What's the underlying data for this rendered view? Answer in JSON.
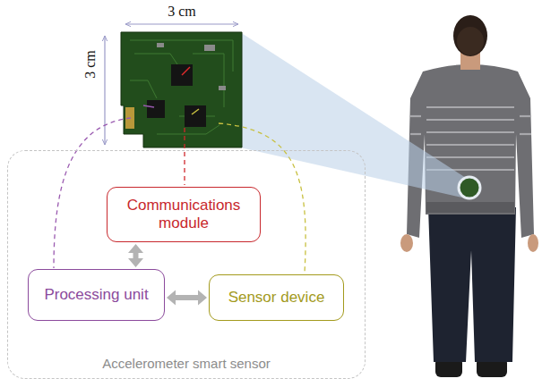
{
  "diagram": {
    "nodes": [
      {
        "text": [
          "Accelerometer smart sensor"
        ]
      },
      {
        "text": [
          "Communications module"
        ],
        "in": 0
      },
      {
        "text": [
          "Processing unit"
        ],
        "in": 0
      },
      {
        "text": [
          "Sensor device"
        ],
        "in": 0
      }
    ],
    "edges": [
      {
        "from": 1,
        "to": 2,
        "arrow": "both"
      },
      {
        "from": 2,
        "to": 3,
        "arrow": "both"
      }
    ],
    "labels": [
      "3 cm",
      "3 cm"
    ]
  }
}
